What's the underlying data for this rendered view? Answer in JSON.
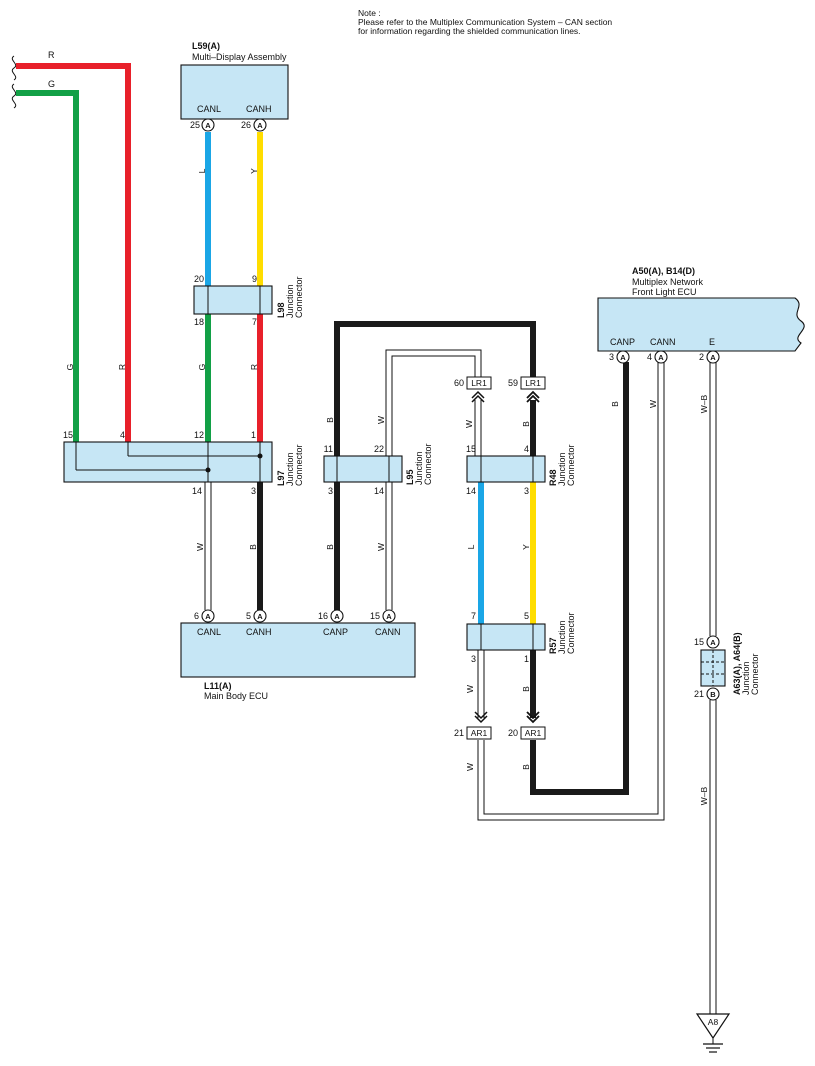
{
  "note": {
    "line1": "Note :",
    "line2": "Please refer to the Multiplex Communication System – CAN section",
    "line3": "for information regarding the shielded communication lines."
  },
  "wire_colors": {
    "R": "#e8202a",
    "G": "#12a046",
    "L": "#1aa6e6",
    "Y": "#ffdd00",
    "B": "#1a1a1a",
    "W": "#ffffff",
    "connector_fill": "#c6e6f5"
  },
  "offpage": {
    "r_label": "R",
    "g_label": "G"
  },
  "l59": {
    "id": "L59(A)",
    "name": "Multi–Display Assembly",
    "canl_label": "CANL",
    "canh_label": "CANH",
    "pin_canl": "25",
    "pin_canh": "26",
    "pin_code": "A"
  },
  "l98": {
    "id": "L98",
    "name1": "Junction",
    "name2": "Connector",
    "pin_top_l": "20",
    "pin_top_y": "9",
    "pin_bot_g": "18",
    "pin_bot_r": "7"
  },
  "l97": {
    "id": "L97",
    "name1": "Junction",
    "name2": "Connector",
    "pin_top_g_left": "15",
    "pin_top_r_left": "4",
    "pin_top_g": "12",
    "pin_top_r": "1",
    "pin_bot_w": "14",
    "pin_bot_b": "3"
  },
  "l95": {
    "id": "L95",
    "name1": "Junction",
    "name2": "Connector",
    "pin_top_b": "11",
    "pin_top_w": "22",
    "pin_bot_b": "3",
    "pin_bot_w": "14"
  },
  "r48": {
    "id": "R48",
    "name1": "Junction",
    "name2": "Connector",
    "pin_top_w": "15",
    "pin_top_b": "4",
    "pin_bot_l": "14",
    "pin_bot_y": "3"
  },
  "r57": {
    "id": "R57",
    "name1": "Junction",
    "name2": "Connector",
    "pin_top_l": "7",
    "pin_top_y": "5",
    "pin_bot_w": "3",
    "pin_bot_b": "1"
  },
  "l11": {
    "id": "L11(A)",
    "name": "Main Body ECU",
    "canl_label": "CANL",
    "canh_label": "CANH",
    "canp_label": "CANP",
    "cann_label": "CANN",
    "pin_canl": "6",
    "pin_canh": "5",
    "pin_canp": "16",
    "pin_cann": "15",
    "pin_code": "A"
  },
  "a50": {
    "id": "A50(A), B14(D)",
    "name1": "Multiplex Network",
    "name2": "Front Light ECU",
    "canp_label": "CANP",
    "cann_label": "CANN",
    "e_label": "E",
    "pin_canp": "3",
    "pin_cann": "4",
    "pin_e": "2",
    "pin_code": "A"
  },
  "lr1": {
    "label": "LR1",
    "pin_w": "60",
    "pin_b": "59"
  },
  "ar1": {
    "label": "AR1",
    "pin_w": "21",
    "pin_b": "20"
  },
  "a63": {
    "id": "A63(A), A64(B)",
    "name1": "Junction",
    "name2": "Connector",
    "pin_top": "15",
    "pin_bot": "21",
    "code_top": "A",
    "code_bot": "B"
  },
  "ground": {
    "label": "A8"
  },
  "wire_labels": {
    "left_r": "R",
    "left_g": "G",
    "l59_canl": "L",
    "l59_canh": "Y",
    "l98_g": "G",
    "l98_r": "R",
    "l97_w": "W",
    "l97_b": "B",
    "loop_b": "B",
    "loop_w": "W",
    "l95_b": "B",
    "l95_w": "W",
    "lr1_w": "W",
    "lr1_b": "B",
    "r48_l": "L",
    "r48_y": "Y",
    "r57_w": "W",
    "r57_b": "B",
    "ar1_w": "W",
    "ar1_b": "B",
    "canp_b": "B",
    "cann_w": "W",
    "e_wb_top": "W–B",
    "e_wb_bot": "W–B"
  }
}
